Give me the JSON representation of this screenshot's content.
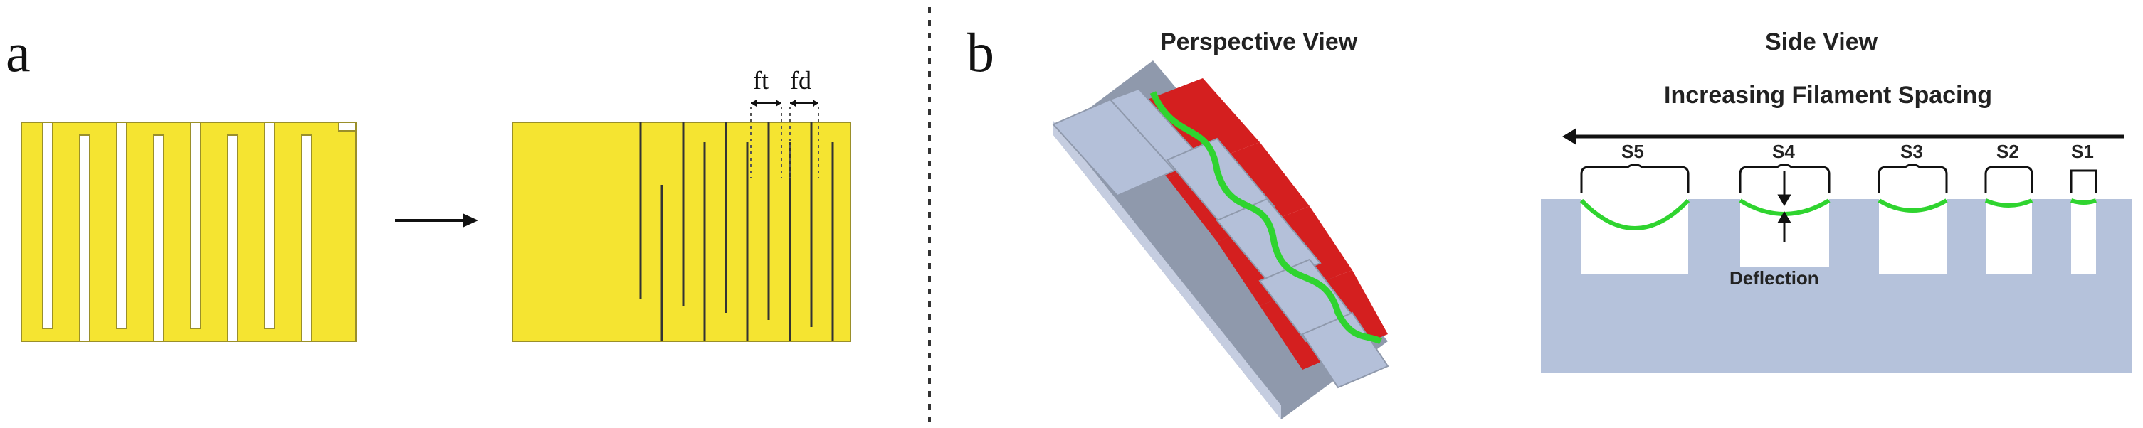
{
  "panel_a": {
    "letter": "a",
    "labels": {
      "ft": "ft",
      "fd": "fd"
    }
  },
  "panel_b": {
    "letter": "b",
    "perspective_title": "Perspective View",
    "side_title": "Side View",
    "spacing_caption": "Increasing Filament Spacing",
    "deflection_label": "Deflection",
    "gaps": [
      "S5",
      "S4",
      "S3",
      "S2",
      "S1"
    ]
  },
  "colors": {
    "trace_yellow": "#f5e431",
    "trace_edge": "#9a8f2a",
    "wall_gray": "#b4c0d9",
    "trough_red": "#d41f1f",
    "filament_green": "#2fd42f",
    "substrate_blue": "#b5c2db",
    "divider": "#333333"
  }
}
